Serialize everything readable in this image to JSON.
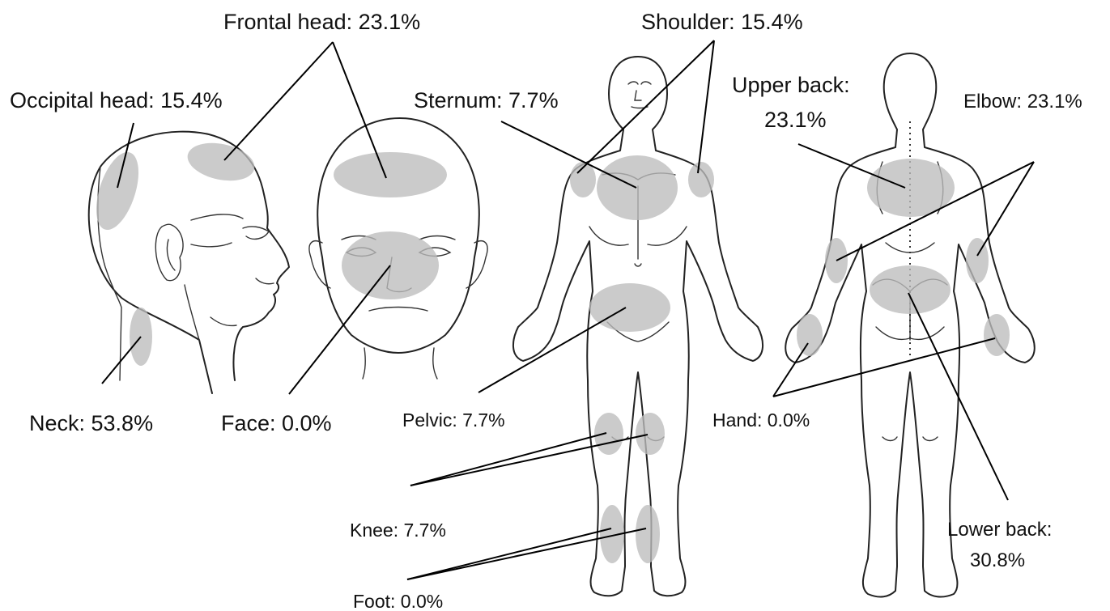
{
  "colors": {
    "pain_area": "#bdbdbd",
    "outline": "#222222",
    "leader": "#000000"
  },
  "labels": {
    "frontal_head": "Frontal head: 23.1%",
    "occipital_head": "Occipital head: 15.4%",
    "neck": "Neck: 53.8%",
    "face": "Face: 0.0%",
    "shoulder": "Shoulder: 15.4%",
    "sternum": "Sternum: 7.7%",
    "pelvic": "Pelvic: 7.7%",
    "knee": "Knee: 7.7%",
    "foot": "Foot: 0.0%",
    "upper_back_line1": "Upper back:",
    "upper_back_line2": "23.1%",
    "elbow": "Elbow: 23.1%",
    "hand": "Hand: 0.0%",
    "lower_back_line1": "Lower back:",
    "lower_back_line2": "30.8%"
  }
}
